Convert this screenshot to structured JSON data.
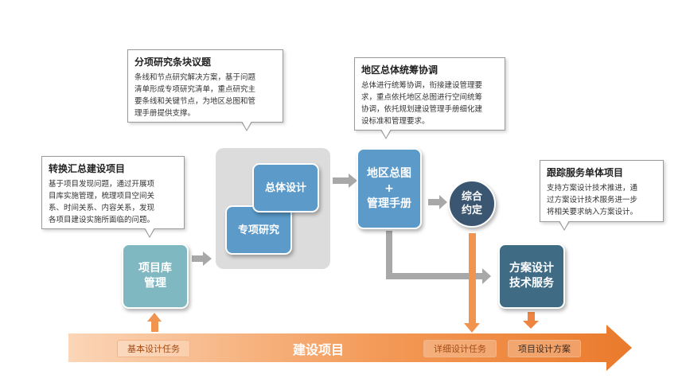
{
  "callouts": {
    "special_research": {
      "title": "分项研究条块议题",
      "lines": [
        "条线和节点研究解决方案，基于问题",
        "清单形成专项研究清单，重点研究主",
        "要条线和关键节点，为地区总图和管",
        "理手册提供支撑。"
      ]
    },
    "regional": {
      "title": "地区总体统筹协调",
      "lines": [
        "总体进行统筹协调，衔接建设管理要",
        "求，重点依托地区总图进行空间统筹",
        "协调，依托规划建设管理手册细化建",
        "设标准和管理要求。"
      ]
    },
    "convert": {
      "title": "转换汇总建设项目",
      "lines": [
        "基于项目发现问题，通过开展项",
        "目库实施管理，梳理项目空间关",
        "系、时间关系、内容关系，发现",
        "各项目建设实施所面临的问题。"
      ]
    },
    "tracking": {
      "title": "跟踪服务单体项目",
      "lines": [
        "支持方案设计技术推进，通",
        "过方案设计技术服务进一步",
        "将相关要求纳入方案设计。"
      ]
    }
  },
  "boxes": {
    "project_library": "项目库\n管理",
    "overall_design": "总体设计",
    "special_study": "专项研究",
    "regional_map": "地区总图\n+\n管理手册",
    "integrated_agreement": "综合\n约定",
    "scheme_service": "方案设计\n技术服务"
  },
  "bottom_bar": {
    "label": "建设项目",
    "tags": {
      "basic": "基本设计任务",
      "detailed": "详细设计任务",
      "scheme": "项目设计方案"
    }
  },
  "colors": {
    "light_teal": "#7fb8c0",
    "blue": "#5b9ac9",
    "navy": "#3a5670",
    "steel": "#3f6b85",
    "orange": "#ef8440",
    "gray": "#a8a8a8"
  }
}
